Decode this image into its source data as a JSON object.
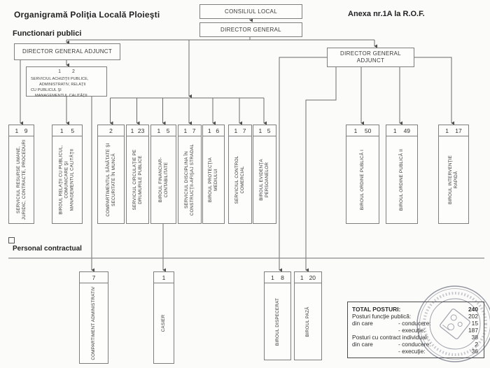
{
  "header": {
    "title": "Organigramă Poliţia Locală Ploieşti",
    "annex": "Anexa nr.1A la R.O.F.",
    "section_public_label": "Functionari  publici",
    "section_contract_label": "Personal contractual"
  },
  "hierarchy": {
    "consiliul_local": "CONSILIUL LOCAL",
    "director_general": "DIRECTOR GENERAL",
    "director_general_adjunct_left": "DIRECTOR GENERAL ADJUNCT",
    "director_general_adjunct_right": "DIRECTOR GENERAL ADJUNCT"
  },
  "achizitii": {
    "n1": "1",
    "n2": "2",
    "lines": [
      "SERVICIUL ACHIZIŢII PUBLICE,",
      "ADMINISTRATIV, RELAŢII",
      "CU PUBLICUL ŞI",
      "MANAGEMENTUL CALITĂŢII"
    ]
  },
  "public_units": [
    {
      "n1": "1",
      "n2": "9",
      "label": "SERVICIUL RESURSE UMANE, JURIDIC, CONTRACTE, PROCEDURI"
    },
    {
      "n1": "1",
      "n2": "5",
      "label": "BIROUL RELAŢII CU PUBLICUL, COMUNICARE ŞI MANAGEMENTUL CALITĂŢII"
    },
    {
      "n1": "2",
      "n2": "",
      "label": "COMPARTIMENTUL SĂNĂTATE ŞI SECURITATE ÎN MUNCĂ"
    },
    {
      "n1": "1",
      "n2": "23",
      "label": "SERVICIUL CIRCULAŢIE PE DRUMURILE PUBLICE"
    },
    {
      "n1": "1",
      "n2": "5",
      "label": "BIROUL FINANCIAR-CONTABILITATE"
    },
    {
      "n1": "1",
      "n2": "7",
      "label": "SERVICIUL DISCIPLINA ÎN CONSTRUCŢII-AFIŞAJ STRADAL"
    },
    {
      "n1": "1",
      "n2": "6",
      "label": "BIROUL PROTECŢIA MEDIULUI"
    },
    {
      "n1": "1",
      "n2": "7",
      "label": "SERVICIUL CONTROL COMERCIAL"
    },
    {
      "n1": "1",
      "n2": "5",
      "label": "BIROUL EVIDENŢA PERSOANELOR"
    },
    {
      "n1": "1",
      "n2": "50",
      "label": "BIROUL ORDINE PUBLICĂ I"
    },
    {
      "n1": "1",
      "n2": "49",
      "label": "BIROUL ORDINE PUBLICĂ II"
    },
    {
      "n1": "1",
      "n2": "17",
      "label": "BIROUL INTERVENŢIE RAPIDĂ"
    }
  ],
  "contract_units": [
    {
      "n1": "7",
      "n2": "",
      "label": "COMPARTIMENT ADMINISTRATIV"
    },
    {
      "n1": "1",
      "n2": "",
      "label": "CASIER"
    },
    {
      "n1": "1",
      "n2": "8",
      "label": "BIROUL DISPECERAT"
    },
    {
      "n1": "1",
      "n2": "20",
      "label": "BIROUL PAZĂ"
    }
  ],
  "totals": {
    "rows": [
      {
        "label": "TOTAL POSTURI:",
        "sub": "",
        "value": "240"
      },
      {
        "label": "Posturi funcţie publică:",
        "sub": "",
        "value": "202"
      },
      {
        "label": "din care",
        "sub": "- conducere:",
        "value": "15"
      },
      {
        "label": "",
        "sub": "- execuţie:",
        "value": "187"
      },
      {
        "label": "Posturi cu contract individual:",
        "sub": "",
        "value": "38"
      },
      {
        "label": "din care",
        "sub": "- conducere:",
        "value": "2"
      },
      {
        "label": "",
        "sub": "- execuţie:",
        "value": "36"
      }
    ]
  },
  "colors": {
    "line": "#6b6b6b",
    "box_border": "#7e7e7e",
    "stamp_ink": "#4d5366"
  }
}
